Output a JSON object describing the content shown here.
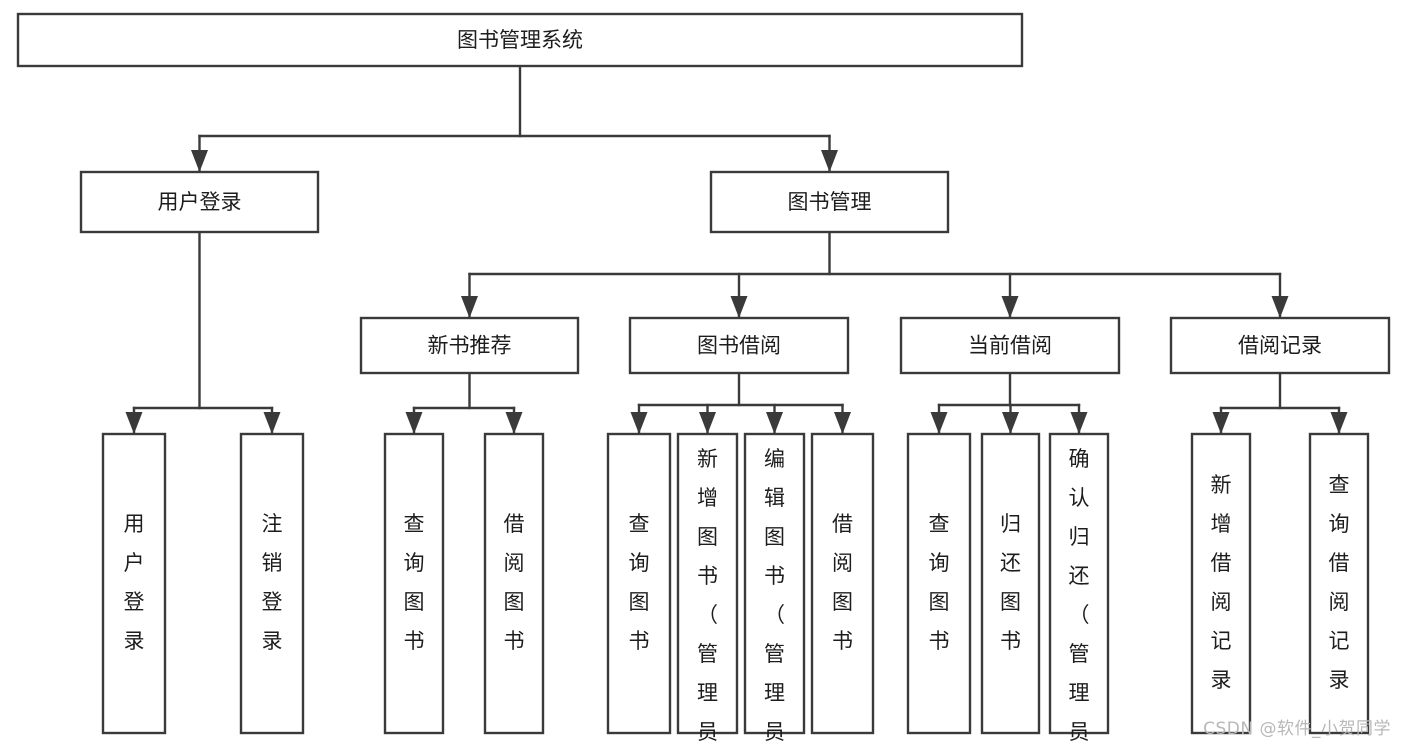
{
  "diagram": {
    "title": "图书管理系统",
    "type": "hierarchy-tree",
    "watermark": "CSDN @软件_小贺同学",
    "colors": {
      "stroke": "#3a3a3a",
      "box_fill": "#ffffff",
      "text": "#1d1d1d",
      "watermark": "#b8b8b8",
      "background": "#ffffff"
    },
    "root": {
      "label": "图书管理系统",
      "orientation": "horizontal"
    },
    "level2": [
      {
        "label": "用户登录",
        "orientation": "horizontal"
      },
      {
        "label": "图书管理",
        "orientation": "horizontal"
      }
    ],
    "level3": [
      {
        "label": "新书推荐",
        "orientation": "horizontal",
        "parent": "图书管理"
      },
      {
        "label": "图书借阅",
        "orientation": "horizontal",
        "parent": "图书管理"
      },
      {
        "label": "当前借阅",
        "orientation": "horizontal",
        "parent": "图书管理"
      },
      {
        "label": "借阅记录",
        "orientation": "horizontal",
        "parent": "图书管理"
      }
    ],
    "leaves": {
      "用户登录": [
        {
          "label": "用户登录",
          "orientation": "vertical"
        },
        {
          "label": "注销登录",
          "orientation": "vertical"
        }
      ],
      "新书推荐": [
        {
          "label": "查询图书",
          "orientation": "vertical"
        },
        {
          "label": "借阅图书",
          "orientation": "vertical"
        }
      ],
      "图书借阅": [
        {
          "label": "查询图书",
          "orientation": "vertical"
        },
        {
          "label": "新增图书（管理员）",
          "orientation": "vertical"
        },
        {
          "label": "编辑图书（管理员）",
          "orientation": "vertical"
        },
        {
          "label": "借阅图书",
          "orientation": "vertical"
        }
      ],
      "当前借阅": [
        {
          "label": "查询图书",
          "orientation": "vertical"
        },
        {
          "label": "归还图书",
          "orientation": "vertical"
        },
        {
          "label": "确认归还（管理员）",
          "orientation": "vertical"
        }
      ],
      "借阅记录": [
        {
          "label": "新增借阅记录",
          "orientation": "vertical"
        },
        {
          "label": "查询借阅记录",
          "orientation": "vertical"
        }
      ]
    }
  }
}
